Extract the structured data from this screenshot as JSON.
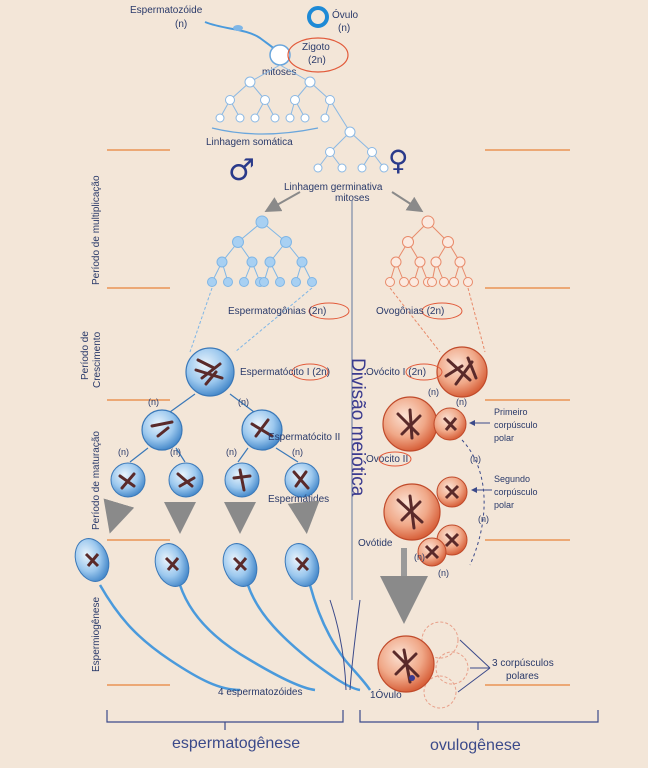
{
  "labels": {
    "espermatozoide": "Espermatozóide",
    "espermatozoide_n": "(n)",
    "ovulo": "Óvulo",
    "ovulo_n": "(n)",
    "zigoto": "Zigoto",
    "zigoto_2n": "(2n)",
    "mitoses_top": "mitoses",
    "linhagem_somatica": "Linhagem somática",
    "linhagem_germinativa": "Linhagem germinativa",
    "mitoses_mid": "mitoses",
    "espermatogonias": "Espermatogônias (2n)",
    "ovogonias": "Ovogônias (2n)",
    "espermatocito_I": "Espermatócito I (2n)",
    "ovocito_I": "Ovócito I (2n)",
    "espermatocito_II": "Espermatócito II",
    "ovocito_II": "Ovócito II",
    "espermatides": "Espermátides",
    "ovotide": "Ovótide",
    "primeiro_corpusculo": [
      "Primeiro",
      "corpúsculo",
      "polar"
    ],
    "segundo_corpusculo": [
      "Segundo",
      "corpúsculo",
      "polar"
    ],
    "tres_corpusculos": [
      "3 corpúsculos",
      "polares"
    ],
    "quatro_espermatozoides": "4 espermatozóides",
    "um_ovulo": "1Óvulo",
    "divisao_meiotica": "Divisão meiótica",
    "espermatogenese": "espermatogênese",
    "ovulogenese": "ovulogênese",
    "n_mark": "(n)"
  },
  "periods": {
    "multiplicacao": "Período de multiplicação",
    "crescimento": [
      "Período de",
      "Crescimento"
    ],
    "maturacao": "Período de maturação",
    "espermiogenese": "Espermiogênese"
  },
  "symbols": {
    "male": "♂",
    "female": "♀"
  },
  "colors": {
    "background": "#f3e6d8",
    "male_cell": "#7fb6e6",
    "female_cell": "#e88a6a",
    "text": "#2a3a6a",
    "line_orange": "#e8702a"
  }
}
